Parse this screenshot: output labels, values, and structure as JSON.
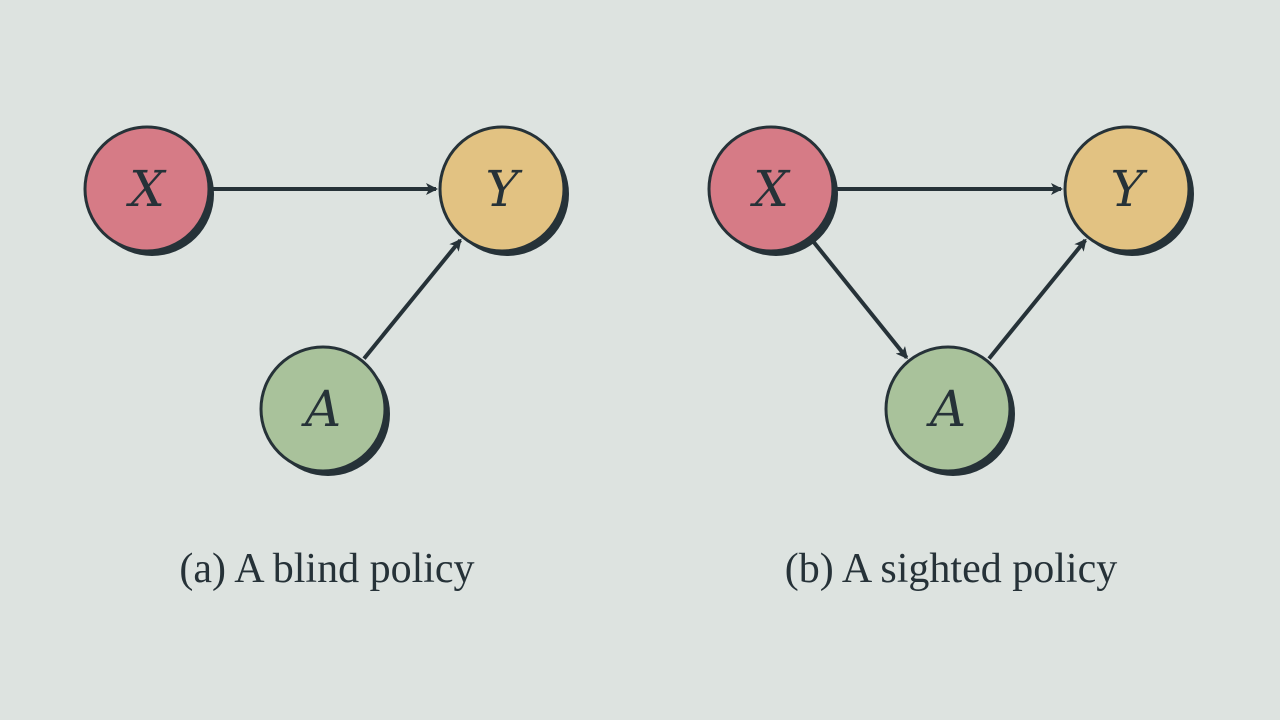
{
  "colors": {
    "background": "#dde3e0",
    "ink": "#263238",
    "node_x": "#d67b86",
    "node_y": "#e2c282",
    "node_a": "#a9c29b"
  },
  "diagrams": [
    {
      "caption": "(a) A blind policy",
      "nodes": [
        {
          "id": "X",
          "label": "X",
          "color": "node_x"
        },
        {
          "id": "Y",
          "label": "Y",
          "color": "node_y"
        },
        {
          "id": "A",
          "label": "A",
          "color": "node_a"
        }
      ],
      "edges": [
        {
          "from": "X",
          "to": "Y"
        },
        {
          "from": "A",
          "to": "Y"
        }
      ]
    },
    {
      "caption": "(b) A sighted policy",
      "nodes": [
        {
          "id": "X",
          "label": "X",
          "color": "node_x"
        },
        {
          "id": "Y",
          "label": "Y",
          "color": "node_y"
        },
        {
          "id": "A",
          "label": "A",
          "color": "node_a"
        }
      ],
      "edges": [
        {
          "from": "X",
          "to": "Y"
        },
        {
          "from": "X",
          "to": "A"
        },
        {
          "from": "A",
          "to": "Y"
        }
      ]
    }
  ]
}
